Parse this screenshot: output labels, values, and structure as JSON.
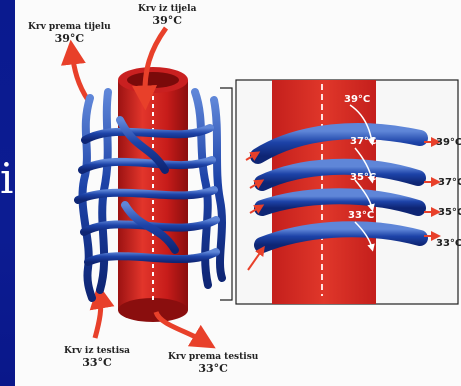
{
  "slide": {
    "partial_text": "i"
  },
  "labels": {
    "blood_to_body": {
      "text": "Krv prema tijelu",
      "temp": "39°C"
    },
    "blood_from_body": {
      "text": "Krv iz tijela",
      "temp": "39°C"
    },
    "blood_from_testis": {
      "text": "Krv iz testisa",
      "temp": "33°C"
    },
    "blood_to_testis": {
      "text": "Krv prema testisu",
      "temp": "33°C"
    }
  },
  "zoom": {
    "inner_temps": [
      "39°C",
      "37°C",
      "35°C",
      "33°C"
    ],
    "outlet_temps": [
      "39°C",
      "37°C",
      "35°C",
      "33°C"
    ]
  },
  "colors": {
    "artery_red": "#d6201f",
    "vein_blue": "#1d43a8",
    "arrow_red": "#e8402a",
    "background_blue": "#0b1a88"
  }
}
